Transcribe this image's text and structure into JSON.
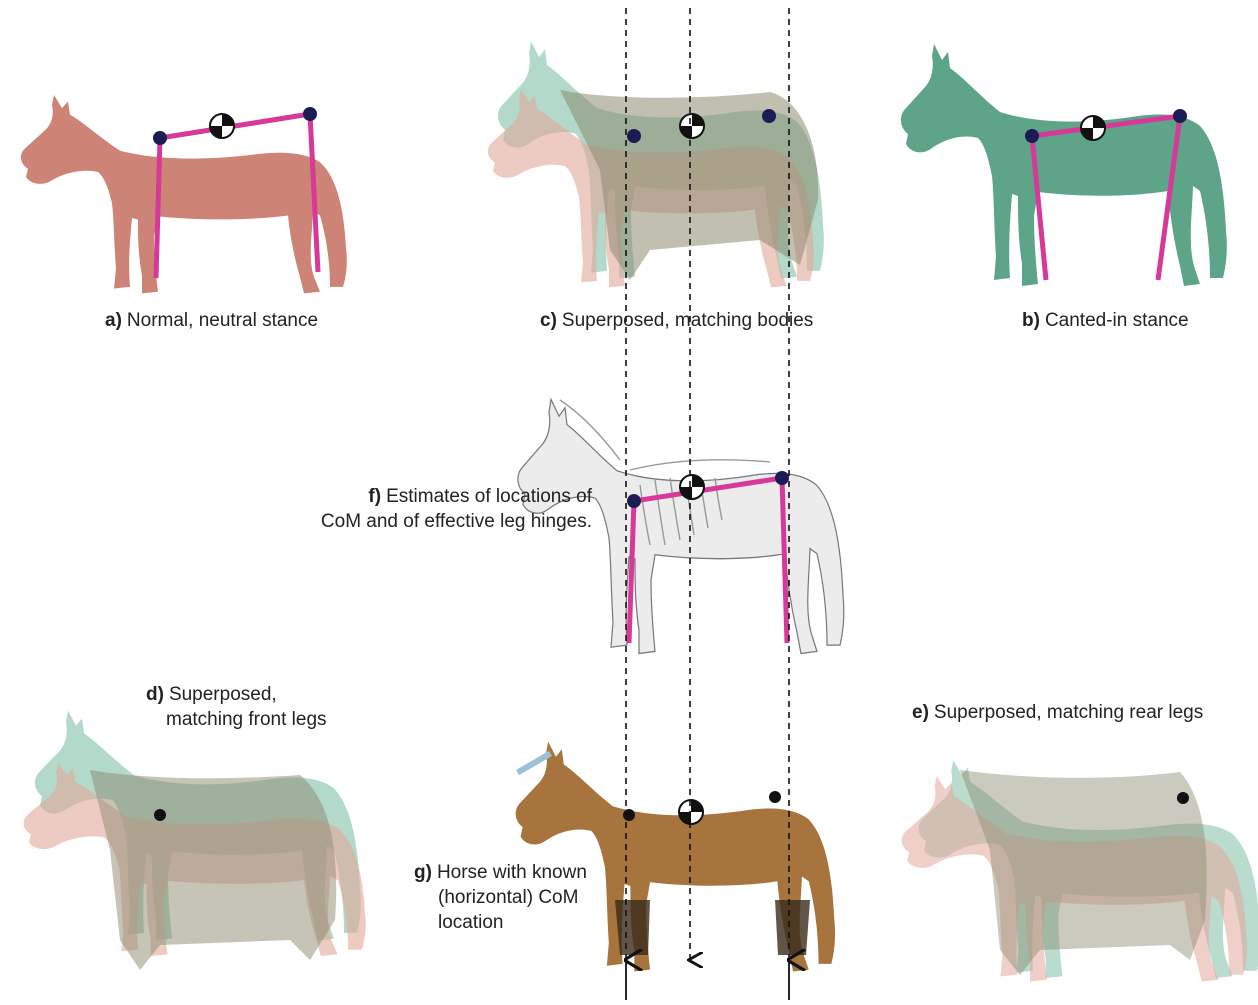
{
  "colors": {
    "red_horse": "#c97a6a",
    "green_horse": "#4f9c7e",
    "brown_horse": "#a7743e",
    "hinge_line": "#d6399a",
    "hinge_dot": "#1c1c55"
  },
  "panels": {
    "a": {
      "letter": "a)",
      "text": "Normal, neutral stance"
    },
    "b": {
      "letter": "b)",
      "text": "Canted-in stance"
    },
    "c": {
      "letter": "c)",
      "text": "Superposed, matching bodies"
    },
    "d": {
      "letter": "d)",
      "line1": "Superposed,",
      "line2": "matching front legs"
    },
    "e": {
      "letter": "e)",
      "text": "Superposed, matching rear legs"
    },
    "f": {
      "letter": "f)",
      "line1": "Estimates of locations of",
      "line2": "CoM and of effective leg hinges."
    },
    "g": {
      "letter": "g)",
      "line1": "Horse with known",
      "line2": "(horizontal) CoM",
      "line3": "location"
    }
  }
}
